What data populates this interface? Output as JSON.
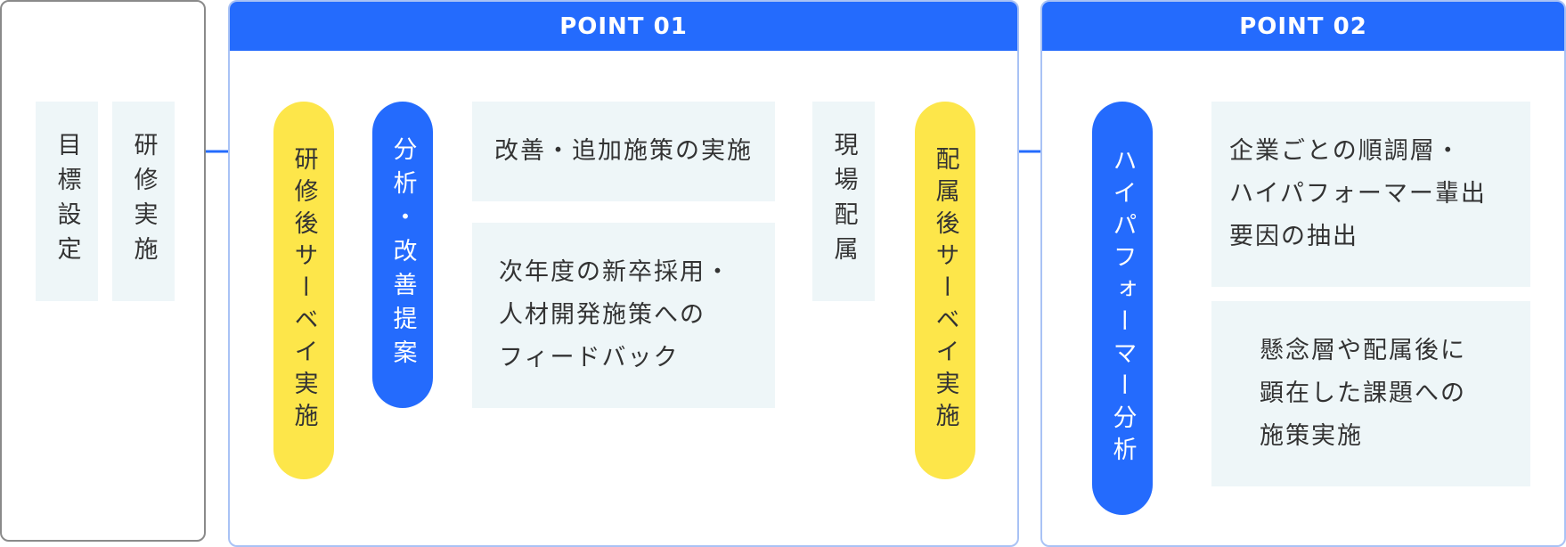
{
  "points": {
    "point1_title": "POINT 01",
    "point2_title": "POINT 02"
  },
  "steps": {
    "goal_setting": "目標設定",
    "training": "研修実施",
    "post_training_survey": "研修後サーベイ実施",
    "analysis": "分析・改善提案",
    "improvement": "改善・追加施策の実施",
    "feedback": [
      "次年度の新卒採用・",
      "人材開発施策への",
      "フィードバック"
    ],
    "assignment": "現場配属",
    "post_assignment_survey": "配属後サーベイ実施",
    "high_performer_analysis": "ハイパフォーマー分析",
    "extraction": [
      "企業ごとの順調層・",
      "ハイパフォーマー輩出",
      "要因の抽出"
    ],
    "concern_measures": [
      "懸念層や配属後に",
      "顕在した課題への",
      "施策実施"
    ]
  },
  "colors": {
    "accent_blue": "#246bfd",
    "highlight_yellow": "#fde64a",
    "box_fill": "#eef6f8"
  }
}
